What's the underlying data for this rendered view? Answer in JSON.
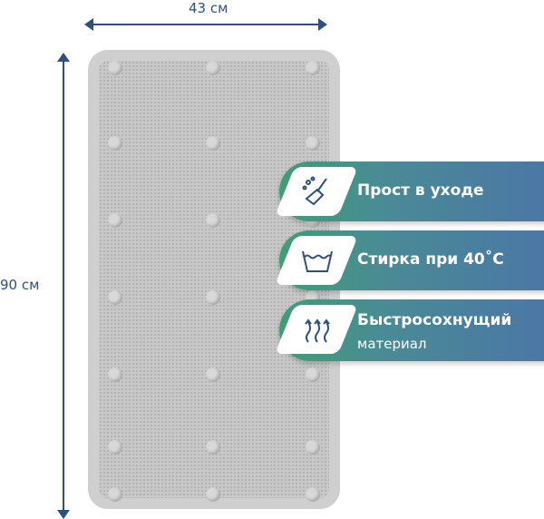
{
  "dimensions": {
    "width_label": "43 см",
    "height_label": "90 см"
  },
  "features": [
    {
      "title": "Прост в уходе",
      "subtitle": "",
      "icon": "broom-icon"
    },
    {
      "title": "Стирка при 40˚С",
      "subtitle": "",
      "icon": "wash-basin-icon"
    },
    {
      "title": "Быстросохнущий",
      "subtitle": "материал",
      "icon": "steam-icon"
    }
  ],
  "colors": {
    "arrow": "#2e5080",
    "banner_start": "#3f9e76",
    "banner_end": "#4b76a6",
    "mat": "#c9c9c9"
  }
}
